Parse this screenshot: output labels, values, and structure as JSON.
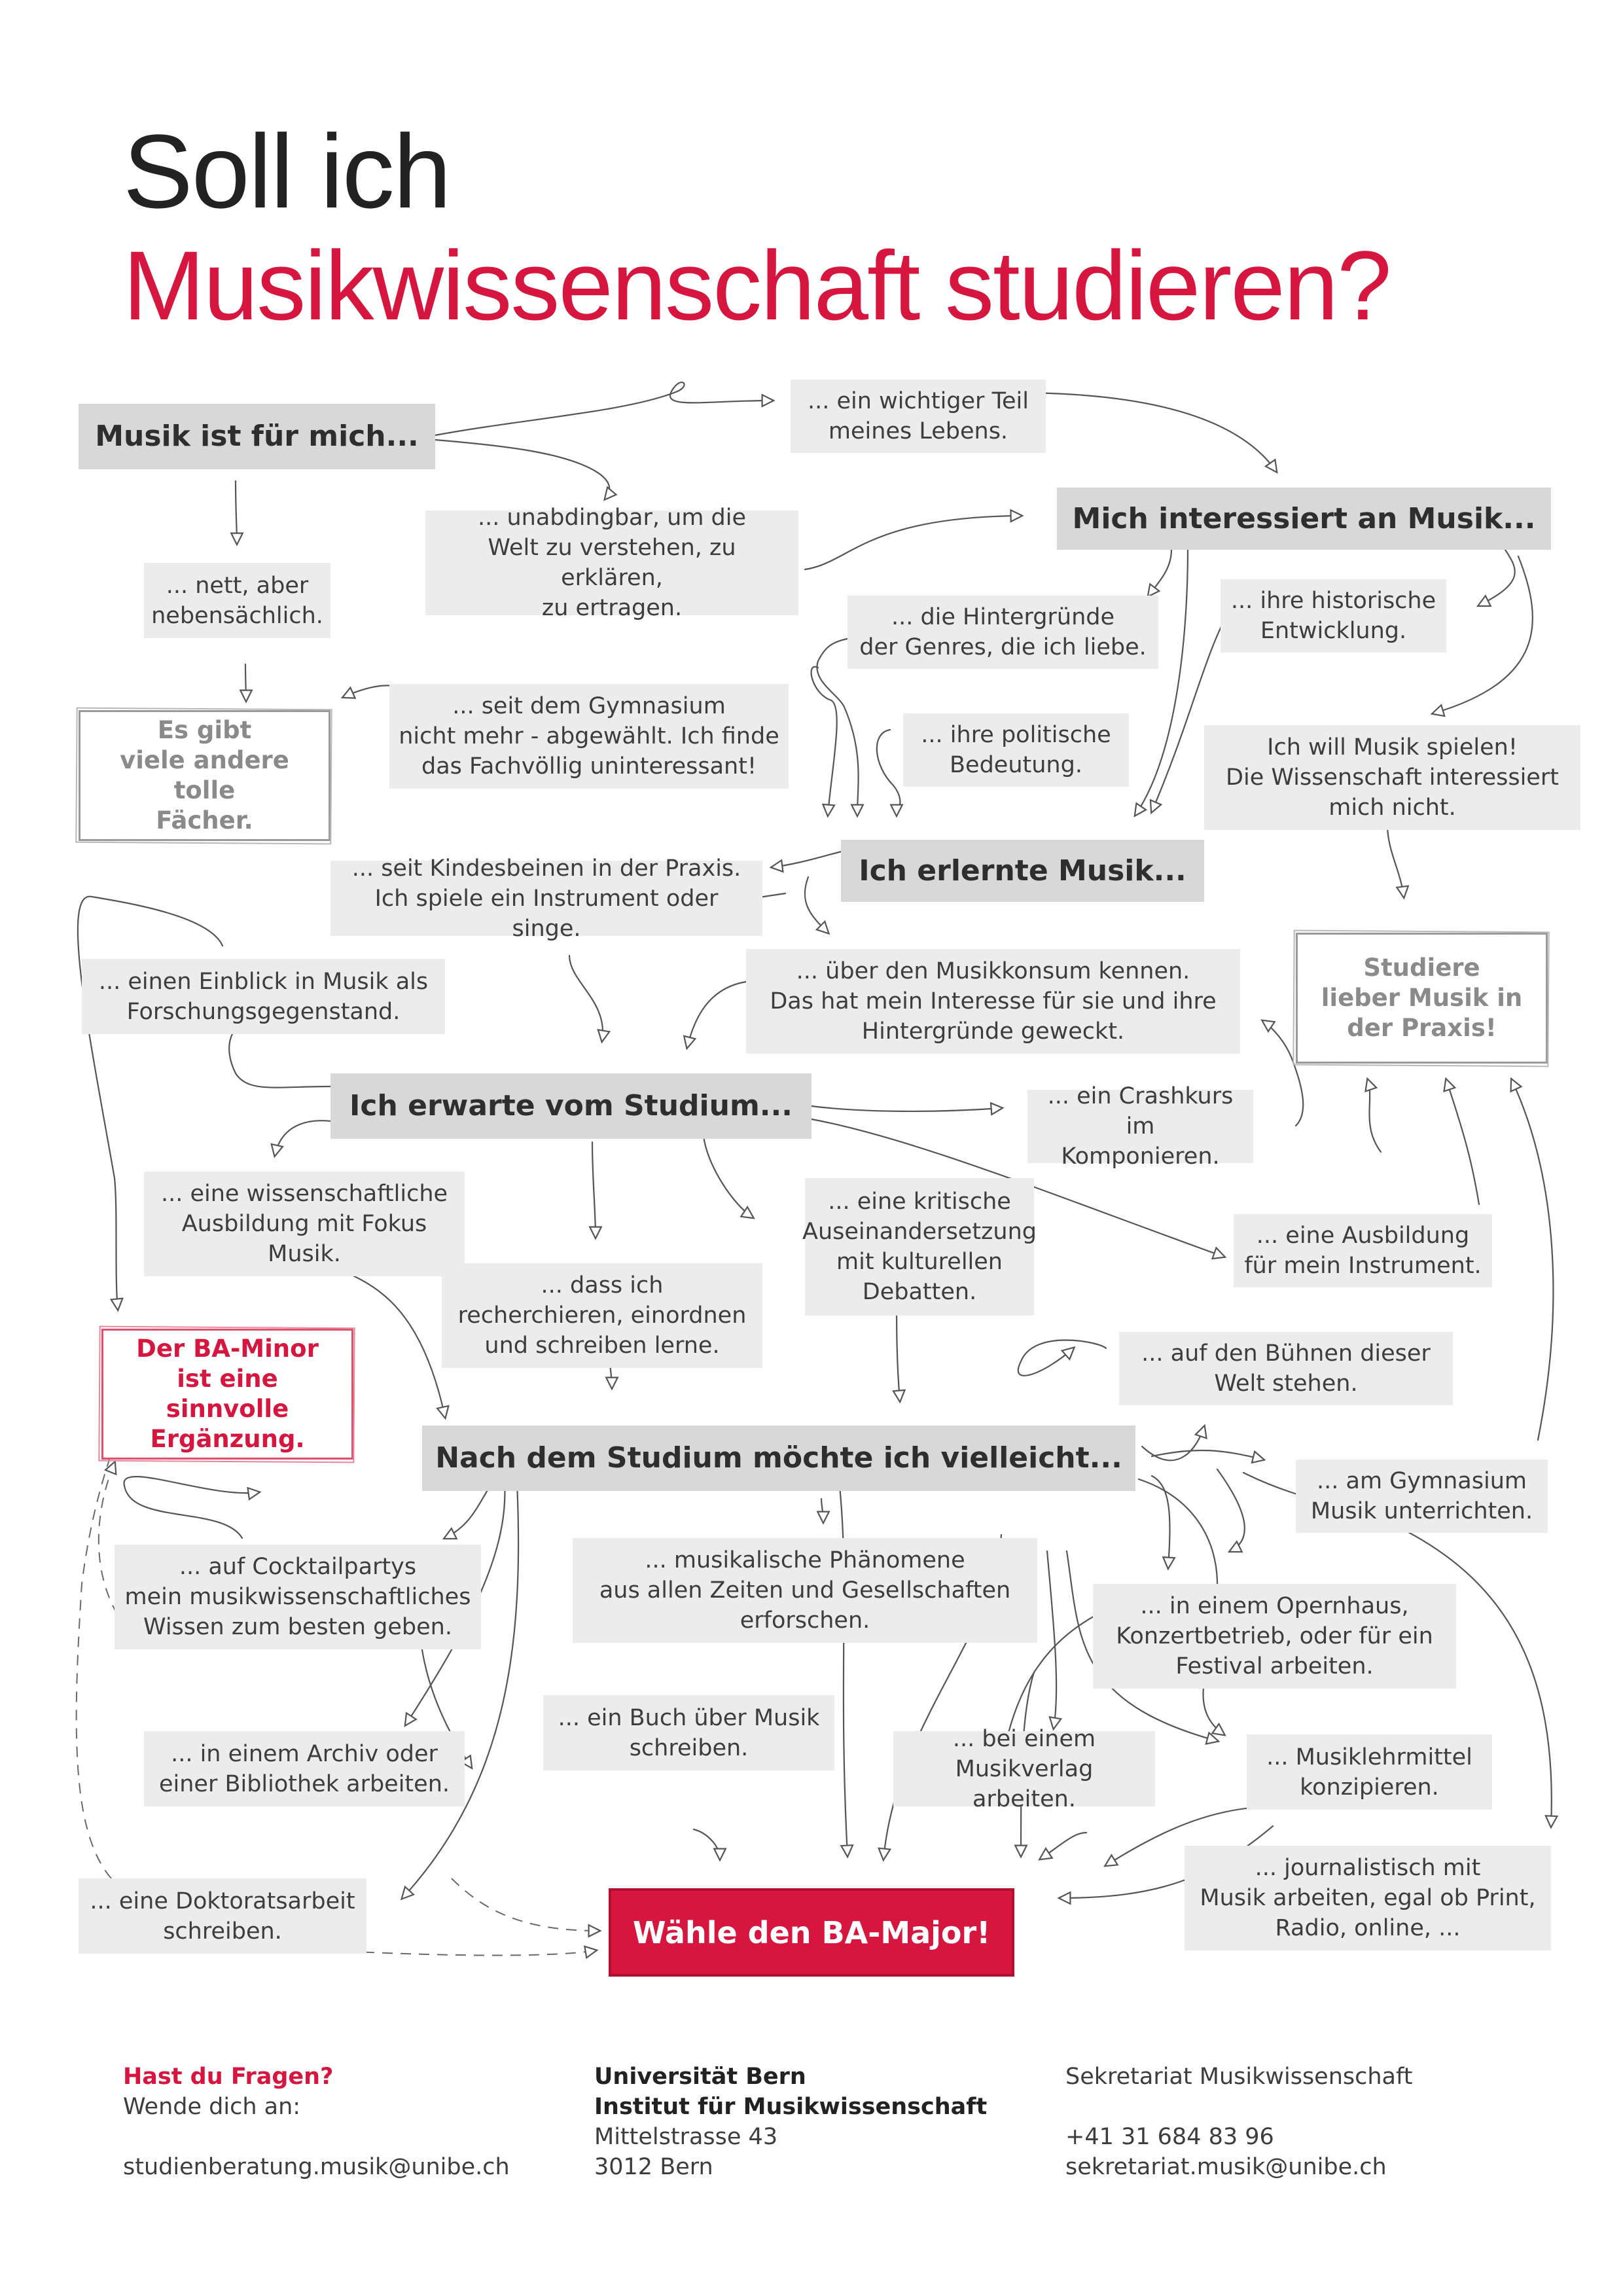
{
  "title": {
    "line1": "Soll ich",
    "line2": "Musikwissenschaft studieren?"
  },
  "boxes": {
    "musik_ist": "Musik ist für mich...",
    "wichtiger_teil": "... ein wichtiger Teil\nmeines Lebens.",
    "unabdingbar": "... unabdingbar, um die\nWelt zu verstehen, zu erklären,\nzu ertragen.",
    "nett": "... nett, aber\nnebensächlich.",
    "andere_faecher": "Es gibt\nviele andere tolle\nFächer.",
    "interessiert": "Mich interessiert an Musik...",
    "hintergruende": "... die Hintergründe\nder Genres, die ich liebe.",
    "historisch": "... ihre historische\nEntwicklung.",
    "politisch": "... ihre politische\nBedeutung.",
    "spielen": "Ich will Musik spielen!\nDie Wissenschaft interessiert\nmich nicht.",
    "gymnasium_abgewaehlt": "... seit dem Gymnasium\nnicht mehr - abgewählt. Ich finde\ndas Fachvöllig uninteressant!",
    "erlernte": "Ich erlernte Musik...",
    "kindesbeinen": "... seit Kindesbeinen in der Praxis.\nIch spiele ein Instrument oder singe.",
    "konsum": "... über den Musikkonsum kennen.\nDas hat mein Interesse für sie und ihre\nHintergründe geweckt.",
    "praxis": "Studiere\nlieber Musik in\nder Praxis!",
    "einblick": "... einen Einblick in Musik als\nForschungsgegenstand.",
    "erwarte": "Ich erwarte vom Studium...",
    "crashkurs": "... ein Crashkurs im\nKomponieren.",
    "wissenschaftlich": "... eine wissenschaftliche\nAusbildung mit Fokus\nMusik.",
    "kritisch": "... eine kritische\nAuseinandersetzung\nmit kulturellen\nDebatten.",
    "instrument": "... eine Ausbildung\nfür mein Instrument.",
    "recherchieren": "... dass ich\nrecherchieren, einordnen\nund schreiben lerne.",
    "minor": "Der BA-Minor\nist eine sinnvolle\nErgänzung.",
    "buehnen": "... auf den Bühnen dieser\nWelt stehen.",
    "nach_studium": "Nach dem Studium möchte ich vielleicht...",
    "gymnasium_unterrichten": "... am Gymnasium\nMusik unterrichten.",
    "cocktail": "... auf Cocktailpartys\nmein musikwissenschaftliches\nWissen zum besten geben.",
    "phaenomene": "... musikalische Phänomene\naus allen Zeiten und Gesellschaften\nerforschen.",
    "opernhaus": "... in einem Opernhaus,\nKonzertbetrieb, oder für ein\nFestival arbeiten.",
    "buch": "... ein Buch über Musik\nschreiben.",
    "archiv": "... in einem Archiv oder\neiner Bibliothek arbeiten.",
    "musikverlag": "... bei einem\nMusikverlag arbeiten.",
    "lehrmittel": "... Musiklehrmittel\nkonzipieren.",
    "doktorat": "... eine Doktoratsarbeit\nschreiben.",
    "major": "Wähle den BA-Major!",
    "journalistisch": "... journalistisch mit\nMusik arbeiten, egal ob Print,\nRadio, online, ..."
  },
  "footer": {
    "fragen": "Hast du Fragen?",
    "wende": "Wende dich an:",
    "email1": "studienberatung.musik@unibe.ch",
    "uni": "Universität Bern",
    "institut": "Institut für Musikwissenschaft",
    "strasse": "Mittelstrasse 43",
    "ort": "3012 Bern",
    "sekretariat": "Sekretariat Musikwissenschaft",
    "telefon": "+41 31 684 83 96",
    "email2": "sekretariat.musik@unibe.ch"
  },
  "colors": {
    "accent": "#d6163f",
    "box": "#ececec",
    "head": "#d8d8d8",
    "line": "#555555"
  }
}
